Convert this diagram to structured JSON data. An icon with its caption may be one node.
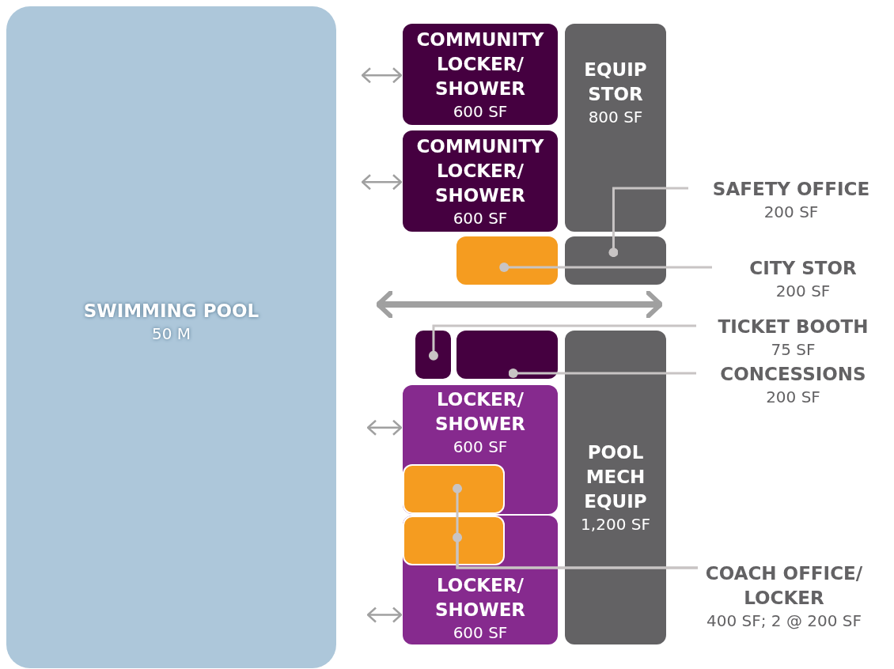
{
  "diagram": {
    "nodes": [
      {
        "text": [
          "SWIMMING POOL",
          "50 M"
        ]
      },
      {
        "text": [
          "COMMUNITY LOCKER/ SHOWER",
          "600 SF"
        ]
      },
      {
        "text": [
          "COMMUNITY LOCKER/ SHOWER",
          "600 SF"
        ]
      },
      {
        "text": [
          "EQUIP STOR",
          "800 SF"
        ]
      },
      {
        "text": [],
        "shape": "box"
      },
      {
        "text": [],
        "shape": "box"
      },
      {
        "text": [],
        "shape": "box"
      },
      {
        "text": [],
        "shape": "box"
      },
      {
        "text": [
          "LOCKER/ SHOWER",
          "600 SF"
        ]
      },
      {
        "text": [],
        "shape": "box",
        "in": 8
      },
      {
        "text": [],
        "shape": "box",
        "in": 11
      },
      {
        "text": [
          "LOCKER/ SHOWER",
          "600 SF"
        ]
      },
      {
        "text": [
          "POOL MECH EQUIP",
          "1,200 SF"
        ]
      },
      {
        "text": [
          "SAFETY OFFICE",
          "200 SF"
        ]
      },
      {
        "text": [
          "CITY STOR",
          "200 SF"
        ]
      },
      {
        "text": [
          "TICKET BOOTH",
          "75 SF"
        ]
      },
      {
        "text": [
          "CONCESSIONS",
          "200 SF"
        ]
      },
      {
        "text": [
          "COACH OFFICE/ LOCKER",
          "400 SF; 2 @ 200 SF"
        ]
      }
    ],
    "edges": [
      {
        "from": 13,
        "to": 4,
        "arrow": "other"
      },
      {
        "from": 14,
        "to": 5,
        "arrow": "other"
      },
      {
        "from": 15,
        "to": 6,
        "arrow": "other"
      },
      {
        "from": 16,
        "to": 7,
        "arrow": "other"
      },
      {
        "from": 17,
        "to": 9,
        "arrow": "other"
      },
      {
        "from": 17,
        "to": 10,
        "arrow": "other"
      },
      {
        "from": null,
        "to": 1,
        "arrow": "both"
      },
      {
        "from": null,
        "to": 2,
        "arrow": "both"
      },
      {
        "from": null,
        "to": 8,
        "arrow": "both"
      },
      {
        "from": null,
        "to": 11,
        "arrow": "both"
      }
    ]
  }
}
